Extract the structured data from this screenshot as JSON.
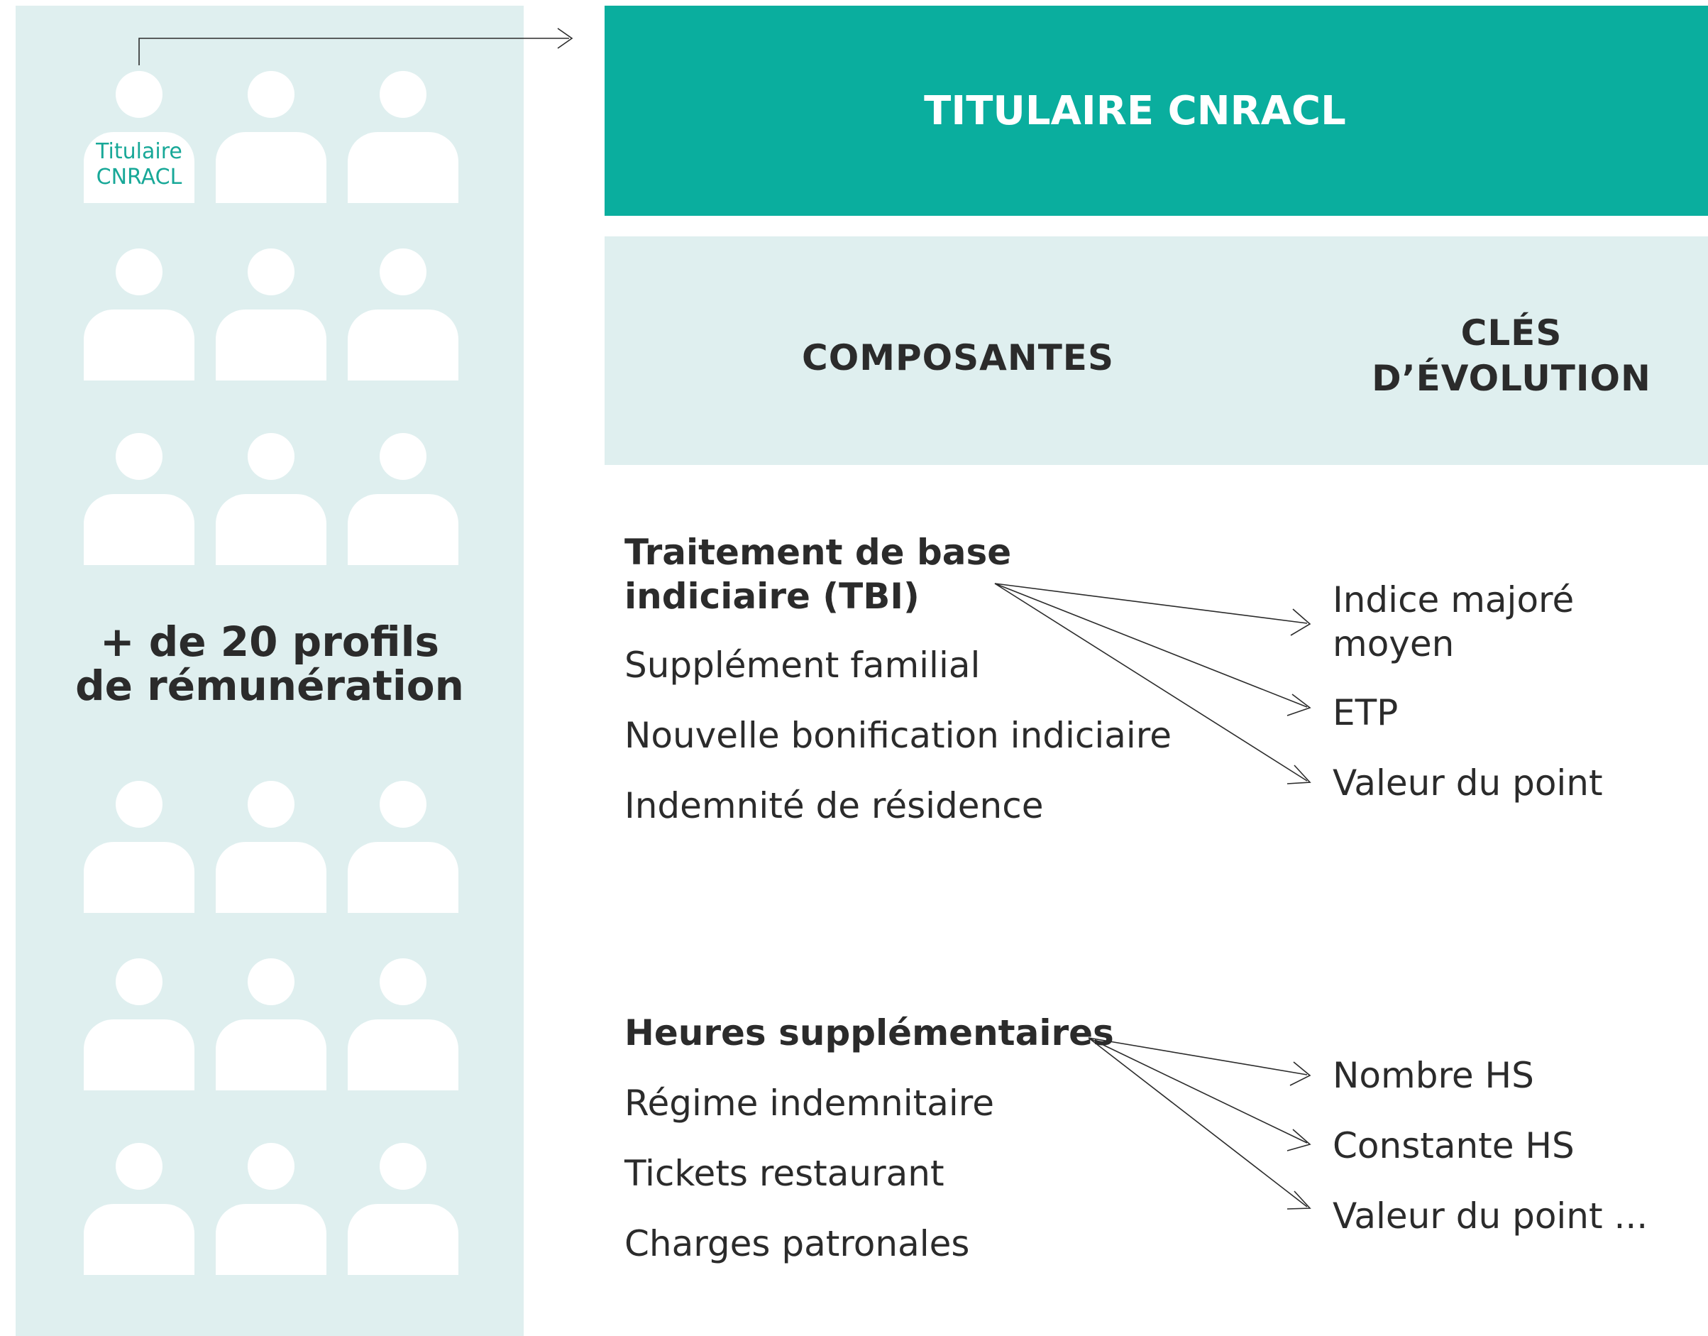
{
  "sidebar": {
    "highlight_label": "Titulaire\nCNRACL",
    "profiles_text": "+ de 20 profils\nde rémunération"
  },
  "banner": {
    "title": "TITULAIRE CNRACL"
  },
  "columns": {
    "components_header": "COMPOSANTES",
    "keys_header": "CLÉS\nD’ÉVOLUTION"
  },
  "group1": {
    "components": [
      {
        "label": "Traitement de base\nindiciaire (TBI)",
        "bold": true
      },
      {
        "label": "Supplément familial",
        "bold": false
      },
      {
        "label": "Nouvelle bonification indiciaire",
        "bold": false
      },
      {
        "label": "Indemnité de résidence",
        "bold": false
      }
    ],
    "keys": [
      "Indice majoré\nmoyen",
      "ETP",
      "Valeur du point"
    ]
  },
  "group2": {
    "components": [
      {
        "label": "Heures supplémentaires",
        "bold": true
      },
      {
        "label": "Régime indemnitaire",
        "bold": false
      },
      {
        "label": "Tickets restaurant",
        "bold": false
      },
      {
        "label": "Charges patronales",
        "bold": false
      }
    ],
    "keys": [
      "Nombre HS",
      "Constante HS",
      "Valeur du point ..."
    ]
  },
  "colors": {
    "accent": "#0aae9e",
    "panel": "#dfefef",
    "text": "#2b2b2b"
  }
}
